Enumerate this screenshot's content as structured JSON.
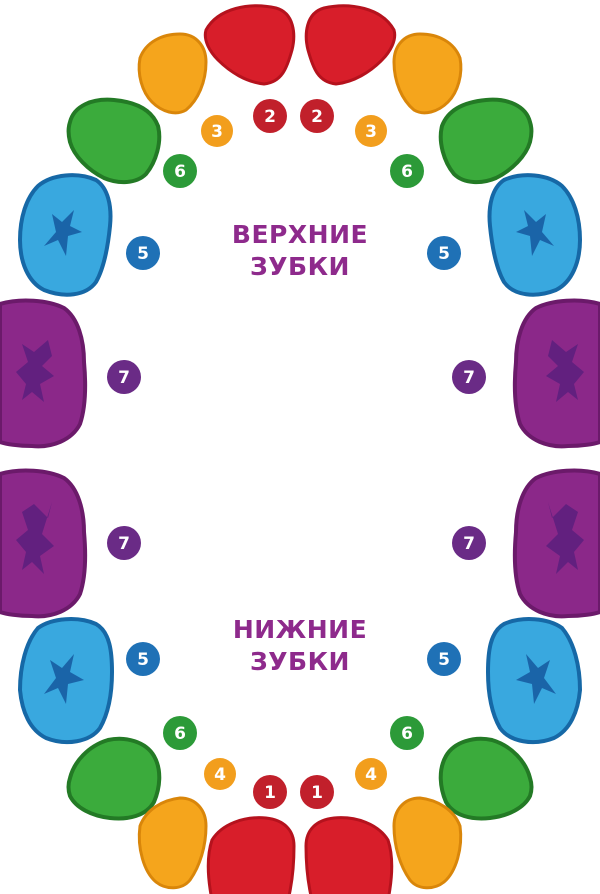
{
  "upper": {
    "title_line1": "ВЕРХНИЕ",
    "title_line2": "ЗУБКИ",
    "badges": {
      "central_left": "2",
      "central_right": "2",
      "canine_left": "3",
      "canine_right": "3",
      "lateral_left": "6",
      "lateral_right": "6",
      "first_molar_left": "5",
      "first_molar_right": "5",
      "second_molar_left": "7",
      "second_molar_right": "7"
    }
  },
  "lower": {
    "title_line1": "НИЖНИЕ",
    "title_line2": "ЗУБКИ",
    "badges": {
      "central_left": "1",
      "central_right": "1",
      "canine_left": "4",
      "canine_right": "4",
      "lateral_left": "6",
      "lateral_right": "6",
      "first_molar_left": "5",
      "first_molar_right": "5",
      "second_molar_left": "7",
      "second_molar_right": "7"
    }
  },
  "colors": {
    "title": "#8e2a8c",
    "incisor_central": "#d81e2a",
    "incisor_central_stroke": "#b5121d",
    "canine": "#f5a51c",
    "canine_stroke": "#d9860a",
    "lateral": "#3bab3c",
    "lateral_stroke": "#237a25",
    "first_molar": "#39a8df",
    "first_molar_stroke": "#1668a6",
    "first_molar_fissure": "#1a64a8",
    "second_molar": "#8b2889",
    "second_molar_stroke": "#6b1a6a",
    "second_molar_fissure": "#62207f",
    "badge_red": "#c1202b",
    "badge_orange": "#f29e1d",
    "badge_green": "#2c9a38",
    "badge_blue": "#1f71b6",
    "badge_purple": "#6a2b86"
  }
}
